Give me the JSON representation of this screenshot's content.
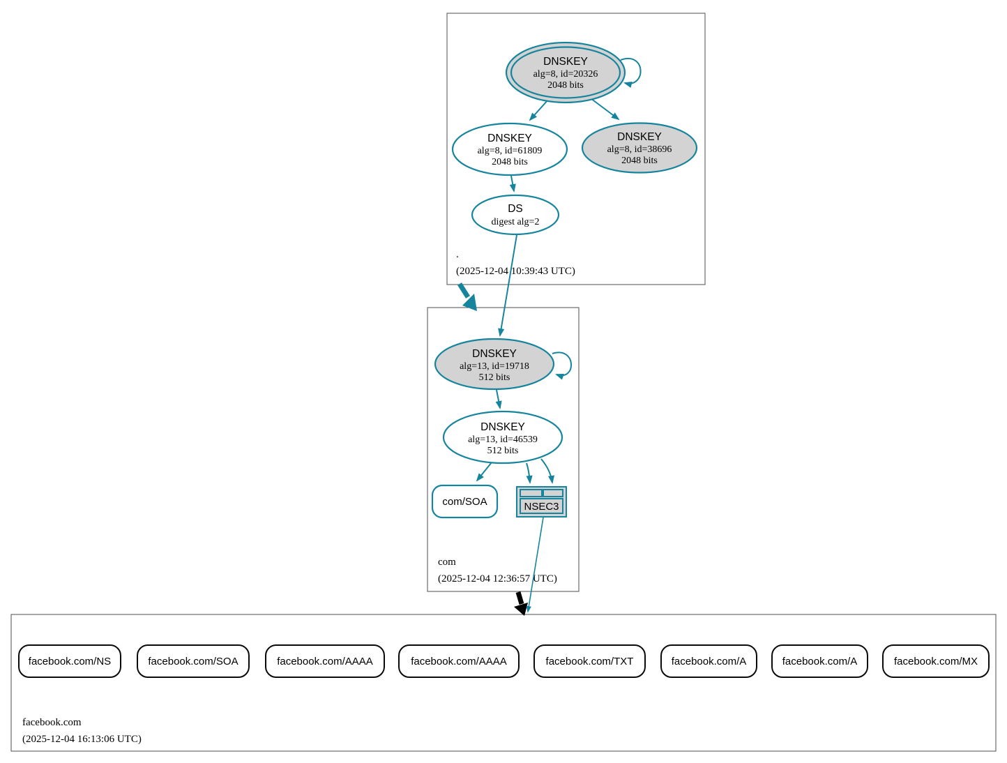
{
  "diagram_type": "dnssec-authentication-chain-graph",
  "colors": {
    "secure_teal": "#15849c",
    "node_fill_gray": "#d3d3d3",
    "node_fill_white": "#ffffff",
    "insecure_delegation_black": "#000000",
    "text": "#000000"
  },
  "zones": {
    "root": {
      "name": ".",
      "timestamp": "(2025-12-04 10:39:43 UTC)",
      "ksk": {
        "type": "DNSKEY",
        "alg": "alg=8, id=20326",
        "bits": "2048 bits"
      },
      "zsk": {
        "type": "DNSKEY",
        "alg": "alg=8, id=61809",
        "bits": "2048 bits"
      },
      "key2": {
        "type": "DNSKEY",
        "alg": "alg=8, id=38696",
        "bits": "2048 bits"
      },
      "ds": {
        "type": "DS",
        "digest": "digest alg=2"
      }
    },
    "com": {
      "name": "com",
      "timestamp": "(2025-12-04 12:36:57 UTC)",
      "ksk": {
        "type": "DNSKEY",
        "alg": "alg=13, id=19718",
        "bits": "512 bits"
      },
      "zsk": {
        "type": "DNSKEY",
        "alg": "alg=13, id=46539",
        "bits": "512 bits"
      },
      "soa": {
        "label": "com/SOA"
      },
      "nsec3": {
        "label": "NSEC3"
      }
    },
    "facebook": {
      "name": "facebook.com",
      "timestamp": "(2025-12-04 16:13:06 UTC)",
      "rrsets": [
        {
          "label": "facebook.com/NS"
        },
        {
          "label": "facebook.com/SOA"
        },
        {
          "label": "facebook.com/AAAA"
        },
        {
          "label": "facebook.com/AAAA"
        },
        {
          "label": "facebook.com/TXT"
        },
        {
          "label": "facebook.com/A"
        },
        {
          "label": "facebook.com/A"
        },
        {
          "label": "facebook.com/MX"
        }
      ]
    }
  }
}
